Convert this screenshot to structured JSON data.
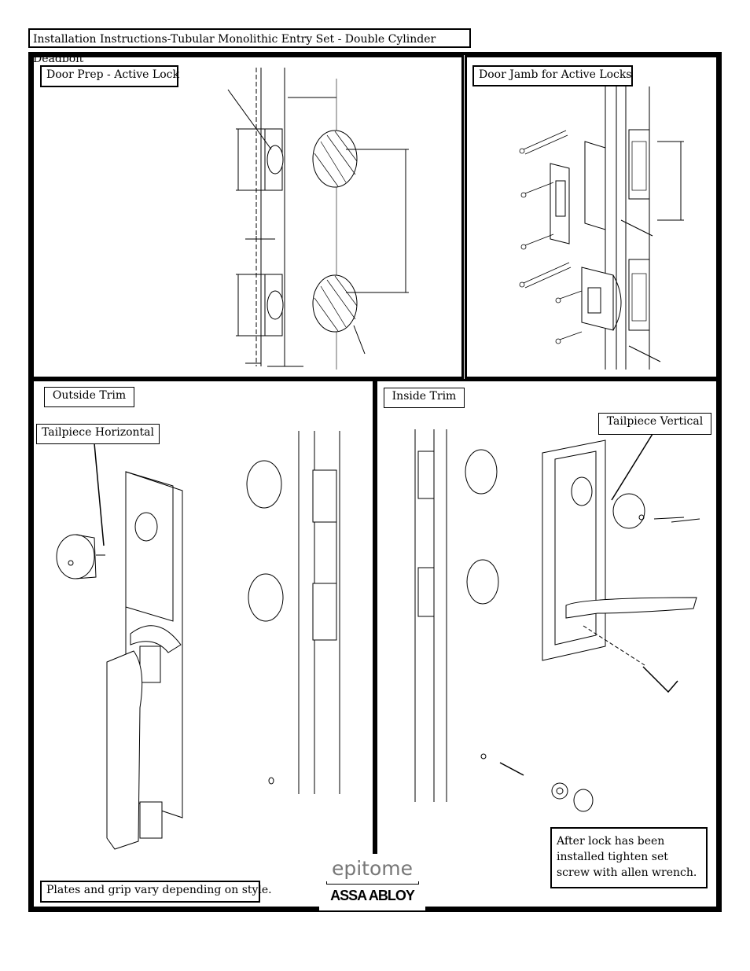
{
  "header": {
    "title": "Installation Instructions-Tubular Monolithic Entry Set - Double Cylinder Deadbolt"
  },
  "panels": {
    "door_prep": {
      "label": "Door Prep - Active Lock"
    },
    "door_jamb": {
      "label": "Door Jamb for Active Locks"
    },
    "outside_trim": {
      "label": "Outside Trim",
      "tailpiece_label": "Tailpiece Horizontal",
      "note": "Plates and grip vary depending on style."
    },
    "inside_trim": {
      "label": "Inside Trim",
      "tailpiece_label": "Tailpiece Vertical",
      "note": "After lock has been installed tighten set screw with allen wrench."
    }
  },
  "brand": {
    "product": "epitome",
    "company": "ASSA ABLOY"
  },
  "colors": {
    "line": "#000000",
    "brand_gray": "#777777"
  }
}
